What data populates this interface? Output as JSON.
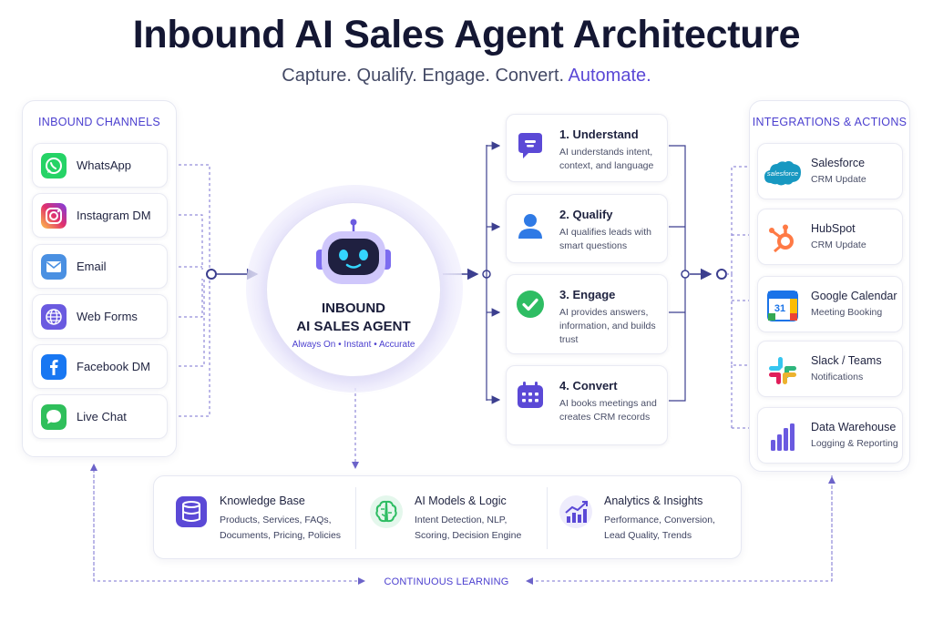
{
  "header": {
    "title": "Inbound AI Sales Agent Architecture",
    "subtitle_plain": "Capture. Qualify. Engage. Convert.",
    "subtitle_accent": "Automate."
  },
  "inbound": {
    "heading": "INBOUND CHANNELS",
    "channels": [
      {
        "label": "WhatsApp",
        "icon": "whatsapp-icon"
      },
      {
        "label": "Instagram DM",
        "icon": "instagram-icon"
      },
      {
        "label": "Email",
        "icon": "email-icon"
      },
      {
        "label": "Web Forms",
        "icon": "globe-icon"
      },
      {
        "label": "Facebook DM",
        "icon": "facebook-icon"
      },
      {
        "label": "Live Chat",
        "icon": "chat-bubble-icon"
      }
    ]
  },
  "agent": {
    "line1": "INBOUND",
    "line2": "AI SALES AGENT",
    "tagline": "Always On • Instant • Accurate"
  },
  "steps": [
    {
      "title": "1. Understand",
      "desc": "AI understands intent, context, and language",
      "icon": "message-icon"
    },
    {
      "title": "2. Qualify",
      "desc": "AI qualifies leads with smart questions",
      "icon": "user-icon"
    },
    {
      "title": "3. Engage",
      "desc": "AI provides answers, information, and builds trust",
      "icon": "check-circle-icon"
    },
    {
      "title": "4. Convert",
      "desc": "AI books meetings and creates CRM records",
      "icon": "calendar-icon"
    }
  ],
  "integrations": {
    "heading": "INTEGRATIONS & ACTIONS",
    "items": [
      {
        "name": "Salesforce",
        "desc": "CRM Update",
        "icon": "salesforce-icon",
        "logo_text": "salesforce"
      },
      {
        "name": "HubSpot",
        "desc": "CRM Update",
        "icon": "hubspot-icon"
      },
      {
        "name": "Google Calendar",
        "desc": "Meeting Booking",
        "icon": "google-calendar-icon",
        "logo_text": "31"
      },
      {
        "name": "Slack / Teams",
        "desc": "Notifications",
        "icon": "slack-icon"
      },
      {
        "name": "Data Warehouse",
        "desc": "Logging & Reporting",
        "icon": "bar-chart-icon"
      }
    ]
  },
  "foundation": [
    {
      "title": "Knowledge Base",
      "desc": "Products, Services, FAQs, Documents, Pricing, Policies",
      "icon": "database-icon"
    },
    {
      "title": "AI Models & Logic",
      "desc": "Intent Detection, NLP, Scoring, Decision Engine",
      "icon": "brain-icon"
    },
    {
      "title": "Analytics & Insights",
      "desc": "Performance, Conversion, Lead Quality, Trends",
      "icon": "analytics-icon"
    }
  ],
  "loop": {
    "label": "CONTINUOUS LEARNING"
  },
  "colors": {
    "accent": "#5b49d6",
    "navy": "#141733",
    "connector": "#6c63c9"
  }
}
